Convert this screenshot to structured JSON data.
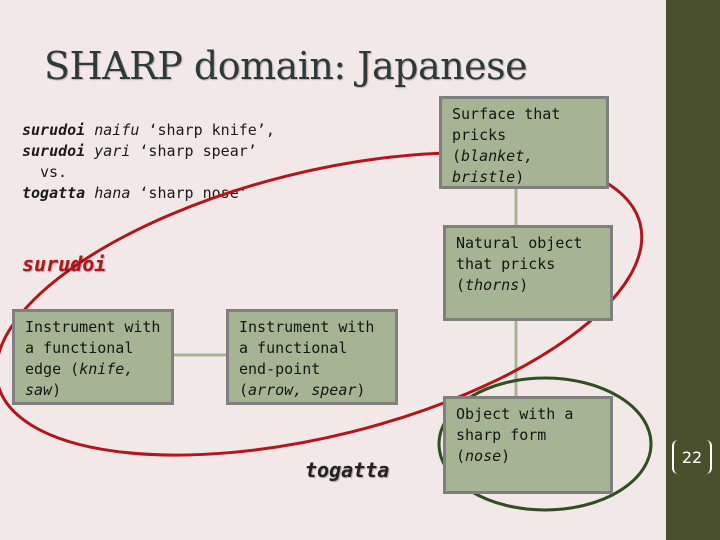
{
  "slide": {
    "title": "SHARP domain: Japanese",
    "examples": [
      {
        "word": "surudoi",
        "noun": "naifu",
        "gloss": "‘sharp knife’,"
      },
      {
        "word": "surudoi",
        "noun": "yari",
        "gloss": "‘sharp spear’"
      },
      {
        "vs": "vs."
      },
      {
        "word": "togatta",
        "noun": "hana",
        "gloss": "‘sharp nose’"
      }
    ],
    "label_surudoi": "surudoi",
    "label_togatta": "togatta",
    "boxes": {
      "surface": {
        "text": "Surface that pricks",
        "example": "blanket, bristle"
      },
      "natural": {
        "text": "Natural object that pricks",
        "example": "thorns"
      },
      "instrument_edge": {
        "text": "Instrument with a functional edge",
        "example": "knife, saw"
      },
      "instrument_point": {
        "text": "Instrument with a functional end-point",
        "example": "arrow, spear"
      },
      "object": {
        "text": "Object with a sharp form",
        "example": "nose"
      }
    },
    "page_number": "22"
  },
  "colors": {
    "background": "#f3e8e8",
    "side_bar": "#4a4f2c",
    "box_fill": "#a5b594",
    "box_border": "#7f7f7f",
    "ellipse_red": "#b5141b",
    "ellipse_green": "#2f4f1f",
    "connector": "#a5b594"
  }
}
